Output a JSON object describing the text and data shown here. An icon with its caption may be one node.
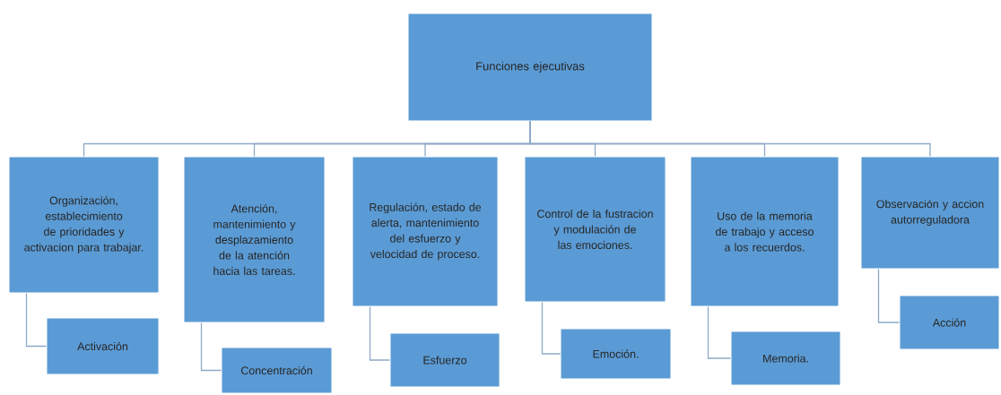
{
  "diagram": {
    "nodes": [
      {
        "text": [
          "Funciones ejecutivas"
        ]
      },
      {
        "text": [
          "Organización, establecimiento de prioridades y activacion para trabajar."
        ]
      },
      {
        "text": [
          "Atención, mantenimiento y desplazamiento de la atención hacia las tareas."
        ]
      },
      {
        "text": [
          "Regulación, estado de alerta, mantenimiento del esfuerzo y velocidad de proceso."
        ]
      },
      {
        "text": [
          "Control de la fustracion y modulación de las emociones."
        ]
      },
      {
        "text": [
          "Uso de la memoria de trabajo y acceso a los recuerdos."
        ]
      },
      {
        "text": [
          "Observación y accion autorreguladora"
        ]
      },
      {
        "text": [
          "Activación"
        ]
      },
      {
        "text": [
          "Concentración"
        ]
      },
      {
        "text": [
          "Esfuerzo"
        ]
      },
      {
        "text": [
          "Emoción."
        ]
      },
      {
        "text": [
          "Memoria."
        ]
      },
      {
        "text": [
          "Acción"
        ]
      }
    ],
    "edges": [
      {
        "from": 0,
        "to": 1,
        "arrow": "none"
      },
      {
        "from": 0,
        "to": 2,
        "arrow": "none"
      },
      {
        "from": 0,
        "to": 3,
        "arrow": "none"
      },
      {
        "from": 0,
        "to": 4,
        "arrow": "none"
      },
      {
        "from": 0,
        "to": 5,
        "arrow": "none"
      },
      {
        "from": 0,
        "to": 6,
        "arrow": "none"
      },
      {
        "from": 1,
        "to": 7,
        "arrow": "none"
      },
      {
        "from": 2,
        "to": 8,
        "arrow": "none"
      },
      {
        "from": 3,
        "to": 9,
        "arrow": "none"
      },
      {
        "from": 4,
        "to": 10,
        "arrow": "none"
      },
      {
        "from": 5,
        "to": 11,
        "arrow": "none"
      },
      {
        "from": 6,
        "to": 12,
        "arrow": "none"
      }
    ]
  }
}
